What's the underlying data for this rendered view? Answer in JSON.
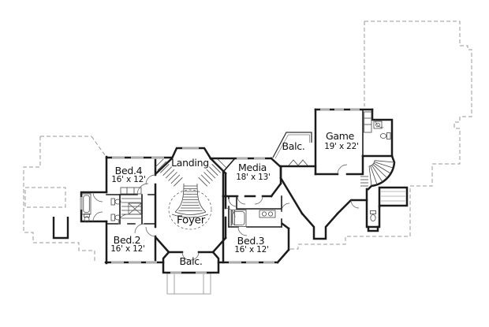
{
  "plan": {
    "type": "floor-plan",
    "rooms": [
      {
        "id": "landing",
        "name": "Landing"
      },
      {
        "id": "bed4",
        "name": "Bed.4",
        "dims": "16' x 12'"
      },
      {
        "id": "media",
        "name": "Media",
        "dims": "18' x 13'"
      },
      {
        "id": "balcony-upper",
        "name": "Balc."
      },
      {
        "id": "game",
        "name": "Game",
        "dims": "19' x 22'"
      },
      {
        "id": "foyer",
        "name": "Foyer"
      },
      {
        "id": "bed2",
        "name": "Bed.2",
        "dims": "16' x 12'"
      },
      {
        "id": "bed3",
        "name": "Bed.3",
        "dims": "16' x 12'"
      },
      {
        "id": "balcony-lower",
        "name": "Balc."
      }
    ],
    "colors": {
      "background": "#ffffff",
      "walls": "#1c1c1c",
      "dashed_outline": "#999999",
      "thin_detail": "#444444",
      "text": "#111111"
    }
  }
}
